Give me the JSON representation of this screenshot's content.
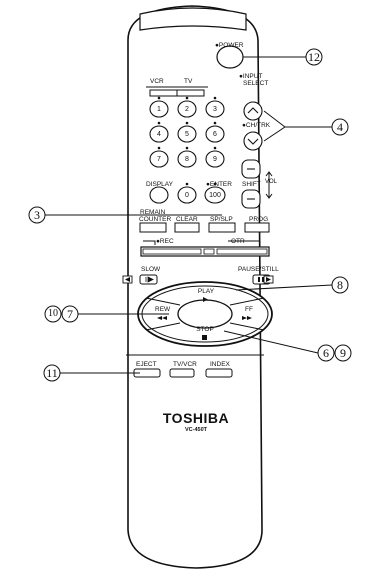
{
  "labels": {
    "power": "●POWER",
    "input_select_1": "●INPUT",
    "input_select_2": "SELECT",
    "vcr": "VCR",
    "tv": "TV",
    "ch_trk": "●CH/TRK",
    "shift": "SHIFT",
    "vol": "VOL",
    "display": "DISPLAY",
    "enter": "●ENTER",
    "remain_counter_1": "REMAIN",
    "remain_counter_2": "COUNTER",
    "clear": "CLEAR",
    "sp_slp": "SP/SLP",
    "prog": "PROG",
    "rec": "●REC",
    "otr": "OTR",
    "slow": "SLOW",
    "pause_still": "PAUSE/STILL",
    "play": "PLAY",
    "rew": "REW",
    "ff": "FF",
    "stop": "STOP",
    "eject": "EJECT",
    "tv_vcr": "TV/VCR",
    "index": "INDEX",
    "brand": "TOSHIBA",
    "model": "VC-450T"
  },
  "keypad": [
    "1",
    "2",
    "3",
    "4",
    "5",
    "6",
    "7",
    "8",
    "9",
    "0",
    "100"
  ],
  "callouts": {
    "c12": "12",
    "c4": "4",
    "c3": "3",
    "c8": "8",
    "c10": "10",
    "c7": "7",
    "c6": "6",
    "c9": "9",
    "c11": "11"
  }
}
